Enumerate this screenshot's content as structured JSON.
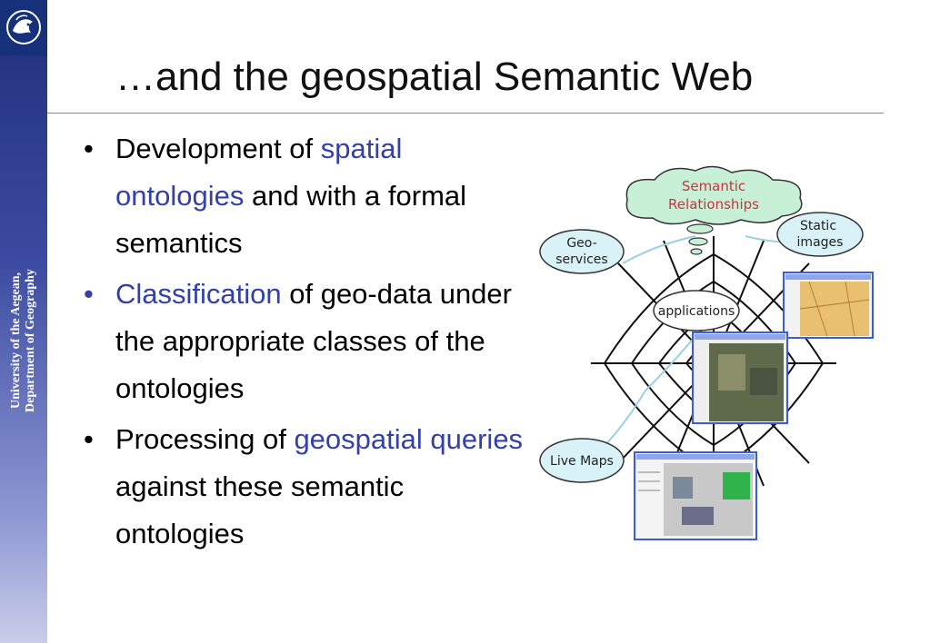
{
  "sidebar": {
    "line1": "University of the Aegean,",
    "line2": "Department of Geography"
  },
  "slide": {
    "title": "…and the geospatial Semantic Web"
  },
  "bullets": [
    {
      "before": "Development of ",
      "highlight": "spatial ontologies",
      "after": " and with a formal semantics",
      "dot_color": "#000000"
    },
    {
      "before": "",
      "highlight": "Classification",
      "after": " of geo-data under the appropriate classes of the ontologies",
      "dot_color": "#3340a8"
    },
    {
      "before": "Processing of ",
      "highlight": "geospatial queries",
      "after": " against these semantic ontologies",
      "dot_color": "#000000"
    }
  ],
  "figure": {
    "cloud_line1": "Semantic",
    "cloud_line2": "Relationships",
    "geo_line1": "Geo-",
    "geo_line2": "services",
    "static_line1": "Static",
    "static_line2": "images",
    "applications": "applications",
    "live_maps": "Live Maps"
  },
  "colors": {
    "highlight": "#3340a8",
    "cloud_fill": "#c8f0d6",
    "bubble_fill": "#d9f2f7",
    "window_border": "#3c5bd4"
  }
}
